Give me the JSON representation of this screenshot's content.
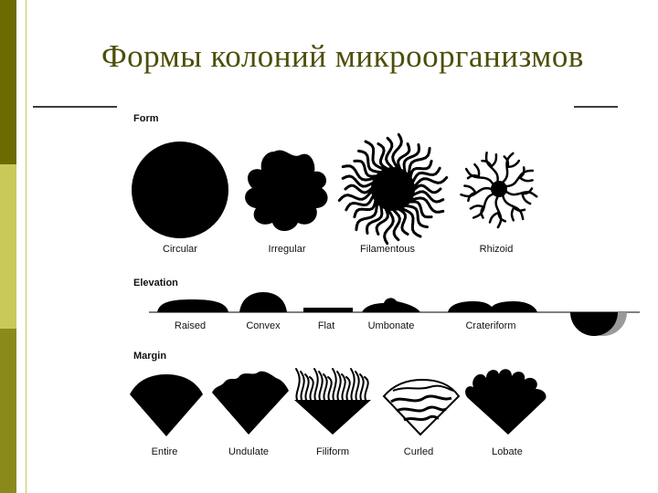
{
  "slide": {
    "title": "Формы колоний микроорганизмов",
    "accent_colors": {
      "dark": "#6b6b00",
      "light": "#c9c95a",
      "title": "#4e4e0a"
    }
  },
  "figure": {
    "form": {
      "heading": "Form",
      "items": [
        "Circular",
        "Irregular",
        "Filamentous",
        "Rhizoid"
      ]
    },
    "elevation": {
      "heading": "Elevation",
      "items": [
        "Raised",
        "Convex",
        "Flat",
        "Umbonate",
        "Crateriform"
      ]
    },
    "margin": {
      "heading": "Margin",
      "items": [
        "Entire",
        "Undulate",
        "Filiform",
        "Curled",
        "Lobate"
      ]
    }
  }
}
